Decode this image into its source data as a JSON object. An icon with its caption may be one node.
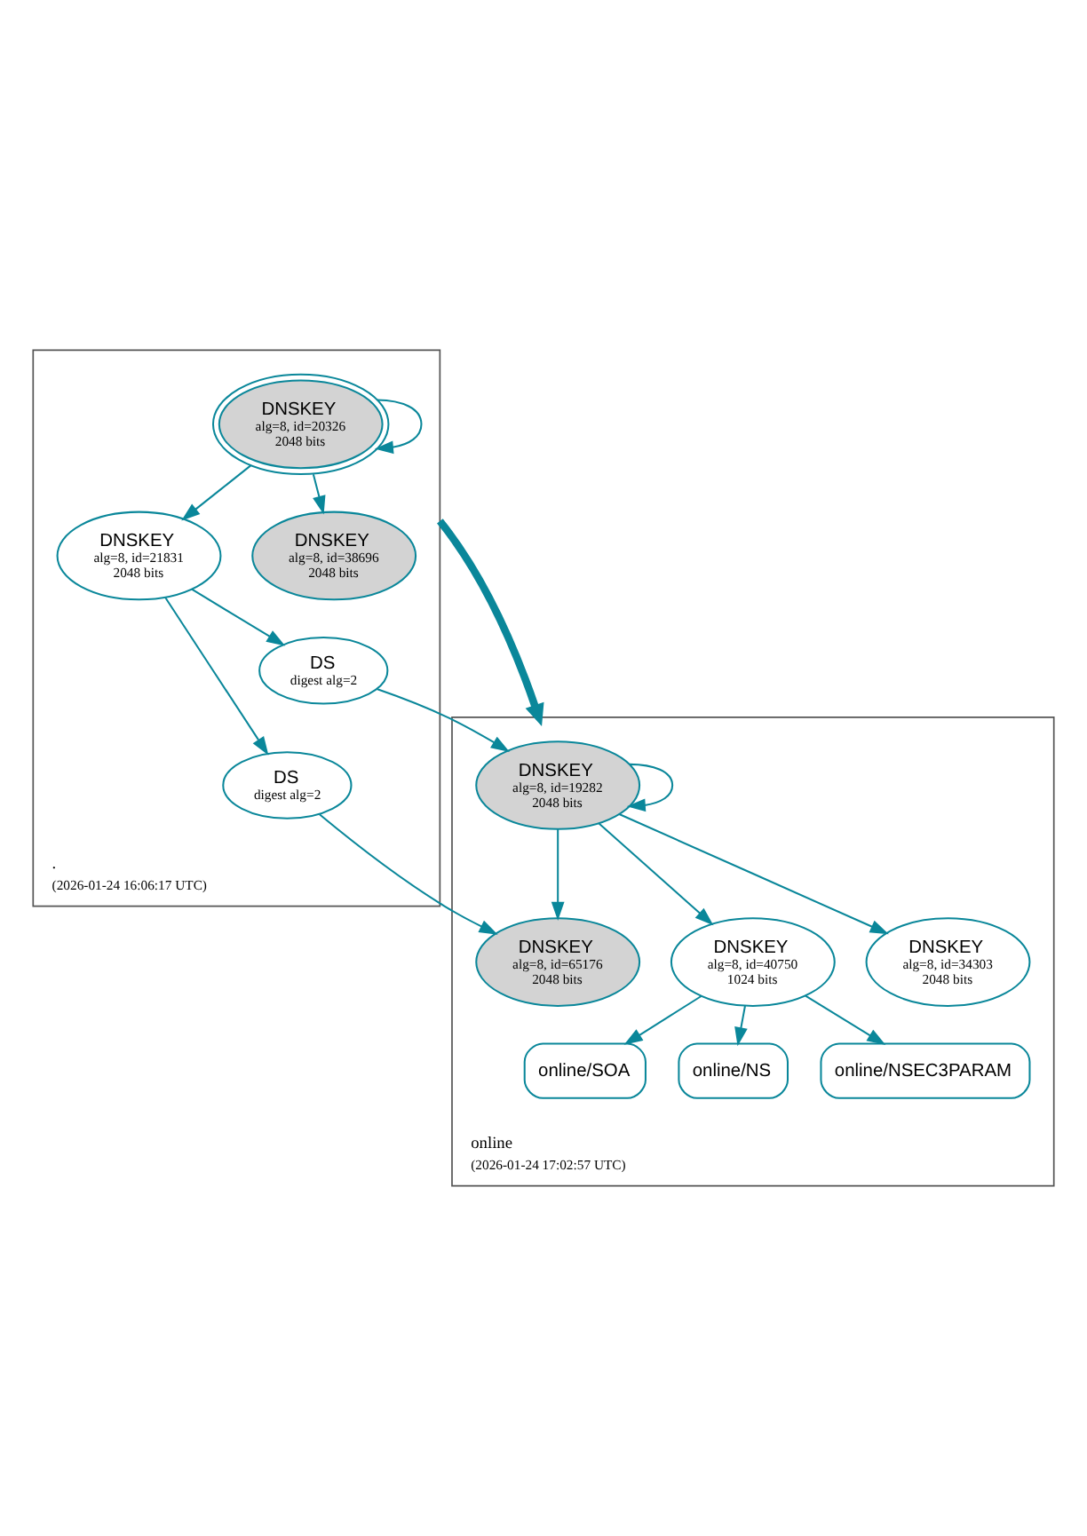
{
  "diagram": {
    "nodes": [
      {
        "text": [
          ".",
          "(2026-01-24 16:06:17 UTC)"
        ]
      },
      {
        "text": [
          "DNSKEY",
          "alg=8, id=20326",
          "2048 bits"
        ],
        "in": 0
      },
      {
        "text": [
          "DNSKEY",
          "alg=8, id=21831",
          "2048 bits"
        ],
        "in": 0
      },
      {
        "text": [
          "DNSKEY",
          "alg=8, id=38696",
          "2048 bits"
        ],
        "in": 0
      },
      {
        "text": [
          "DS",
          "digest alg=2"
        ],
        "in": 0
      },
      {
        "text": [
          "DS",
          "digest alg=2"
        ],
        "in": 0
      },
      {
        "text": [
          "online",
          "(2026-01-24 17:02:57 UTC)"
        ]
      },
      {
        "text": [
          "DNSKEY",
          "alg=8, id=19282",
          "2048 bits"
        ],
        "in": 6
      },
      {
        "text": [
          "DNSKEY",
          "alg=8, id=34303",
          "2048 bits"
        ],
        "in": 6
      },
      {
        "text": [
          "DNSKEY",
          "alg=8, id=40750",
          "1024 bits"
        ],
        "in": 6
      },
      {
        "text": [
          "DNSKEY",
          "alg=8, id=65176",
          "2048 bits"
        ],
        "in": 6
      },
      {
        "text": [
          "online/SOA"
        ],
        "in": 6
      },
      {
        "text": [
          "online/NS"
        ],
        "in": 6
      },
      {
        "text": [
          "online/NSEC3PARAM"
        ],
        "in": 6
      }
    ],
    "edges": [
      {
        "from": 1,
        "to": 1,
        "arrow": "to"
      },
      {
        "from": 1,
        "to": 2,
        "arrow": "to"
      },
      {
        "from": 1,
        "to": 3,
        "arrow": "to"
      },
      {
        "from": 2,
        "to": 4,
        "arrow": "to"
      },
      {
        "from": 2,
        "to": 5,
        "arrow": "to"
      },
      {
        "from": 0,
        "to": 6,
        "arrow": "to",
        "style": "thick"
      },
      {
        "from": 4,
        "to": 7,
        "arrow": "to"
      },
      {
        "from": 5,
        "to": 10,
        "arrow": "to"
      },
      {
        "from": 7,
        "to": 7,
        "arrow": "to"
      },
      {
        "from": 7,
        "to": 8,
        "arrow": "to"
      },
      {
        "from": 7,
        "to": 9,
        "arrow": "to"
      },
      {
        "from": 7,
        "to": 10,
        "arrow": "to"
      },
      {
        "from": 9,
        "to": 11,
        "arrow": "to"
      },
      {
        "from": 9,
        "to": 12,
        "arrow": "to"
      },
      {
        "from": 9,
        "to": 13,
        "arrow": "to"
      }
    ]
  }
}
